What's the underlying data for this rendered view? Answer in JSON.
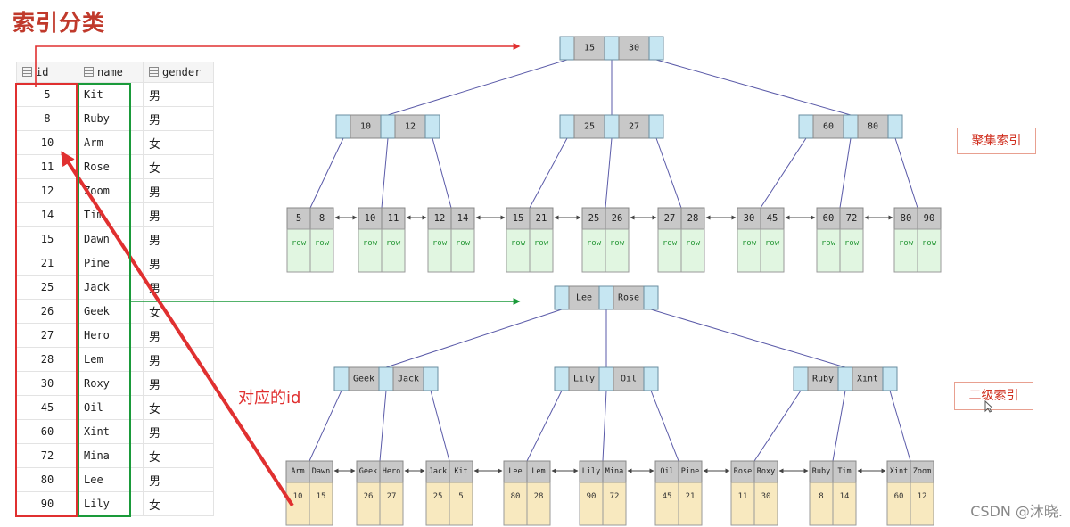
{
  "title": "索引分类",
  "table": {
    "headers": [
      "id",
      "name",
      "gender"
    ],
    "rows": [
      [
        "5",
        "Kit",
        "男"
      ],
      [
        "8",
        "Ruby",
        "男"
      ],
      [
        "10",
        "Arm",
        "女"
      ],
      [
        "11",
        "Rose",
        "女"
      ],
      [
        "12",
        "Zoom",
        "男"
      ],
      [
        "14",
        "Tim",
        "男"
      ],
      [
        "15",
        "Dawn",
        "男"
      ],
      [
        "21",
        "Pine",
        "男"
      ],
      [
        "25",
        "Jack",
        "男"
      ],
      [
        "26",
        "Geek",
        "女"
      ],
      [
        "27",
        "Hero",
        "男"
      ],
      [
        "28",
        "Lem",
        "男"
      ],
      [
        "30",
        "Roxy",
        "男"
      ],
      [
        "45",
        "Oil",
        "女"
      ],
      [
        "60",
        "Xint",
        "男"
      ],
      [
        "72",
        "Mina",
        "女"
      ],
      [
        "80",
        "Lee",
        "男"
      ],
      [
        "90",
        "Lily",
        "女"
      ]
    ]
  },
  "clustered_index": {
    "label": "聚集索引",
    "root": [
      "15",
      "30"
    ],
    "internal": [
      [
        "10",
        "12"
      ],
      [
        "25",
        "27"
      ],
      [
        "60",
        "80"
      ]
    ],
    "leaves": [
      [
        "5",
        "8"
      ],
      [
        "10",
        "11"
      ],
      [
        "12",
        "14"
      ],
      [
        "15",
        "21"
      ],
      [
        "25",
        "26"
      ],
      [
        "27",
        "28"
      ],
      [
        "30",
        "45"
      ],
      [
        "60",
        "72"
      ],
      [
        "80",
        "90"
      ]
    ],
    "leaf_data_text": "row"
  },
  "secondary_index": {
    "label": "二级索引",
    "root": [
      "Lee",
      "Rose"
    ],
    "internal": [
      [
        "Geek",
        "Jack"
      ],
      [
        "Lily",
        "Oil"
      ],
      [
        "Ruby",
        "Xint"
      ]
    ],
    "leaves": [
      [
        "Arm",
        "Dawn"
      ],
      [
        "Geek",
        "Hero"
      ],
      [
        "Jack",
        "Kit"
      ],
      [
        "Lee",
        "Lem"
      ],
      [
        "Lily",
        "Mina"
      ],
      [
        "Oil",
        "Pine"
      ],
      [
        "Rose",
        "Roxy"
      ],
      [
        "Ruby",
        "Tim"
      ],
      [
        "Xint",
        "Zoom"
      ]
    ],
    "leaf_ids": [
      [
        "10",
        "15"
      ],
      [
        "26",
        "27"
      ],
      [
        "25",
        "5"
      ],
      [
        "80",
        "28"
      ],
      [
        "90",
        "72"
      ],
      [
        "45",
        "21"
      ],
      [
        "11",
        "30"
      ],
      [
        "8",
        "14"
      ],
      [
        "60",
        "12"
      ]
    ]
  },
  "annotation_label": "对应的id",
  "watermark": "CSDN @沐晓.",
  "colors": {
    "title": "#c0392b",
    "key_cell": "#c8c8c8",
    "pointer_cell": "#c6e6f2",
    "row_cell": "#e1f6e1",
    "row_text": "#2a9a3a",
    "id_cell": "#f8e9bf",
    "tree_line": "#5a5aa8",
    "red_arrow": "#e03030",
    "green_arrow": "#1a9a3a"
  }
}
